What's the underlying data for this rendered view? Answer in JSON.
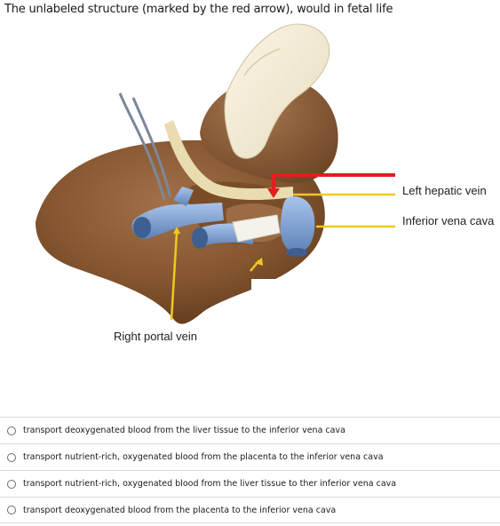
{
  "question": {
    "text": "The unlabeled structure (marked by the red arrow), would in fetal life"
  },
  "figure": {
    "labels": {
      "left_hepatic_vein": "Left hepatic vein",
      "inferior_vena_cava": "Inferior vena cava",
      "right_portal_vein": "Right portal vein"
    },
    "arrow_color": "#e41d1d",
    "leader_color": "#f0c81e"
  },
  "options": [
    {
      "label": "transport deoxygenated blood from the liver tissue to the inferior vena cava",
      "selected": false
    },
    {
      "label": "transport nutrient-rich, oxygenated blood from the placenta to the inferior vena cava",
      "selected": false
    },
    {
      "label": "transport nutrient-rich, oxygenated blood from the liver tissue to ther inferior vena cava",
      "selected": false
    },
    {
      "label": "transport deoxygenated blood from the placenta to the inferior vena cava",
      "selected": false
    }
  ]
}
